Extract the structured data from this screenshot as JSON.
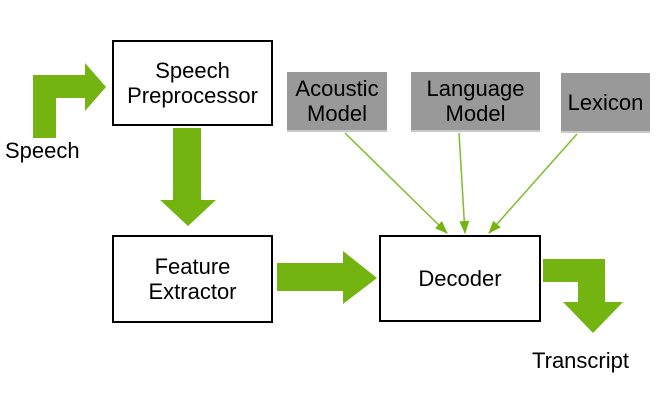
{
  "colors": {
    "background": "#ffffff",
    "arrow_green": "#73b410",
    "connector_green": "#7cbd2b",
    "node_gray": "#999999",
    "node_gray_shadow": "#c9c9c9",
    "node_white": "#ffffff",
    "node_border": "#000000",
    "text": "#000000"
  },
  "nodes": {
    "speech_preprocessor": {
      "line1": "Speech",
      "line2": "Preprocessor"
    },
    "feature_extractor": {
      "line1": "Feature",
      "line2": "Extractor"
    },
    "decoder": {
      "label": "Decoder"
    },
    "acoustic_model": {
      "line1": "Acoustic",
      "line2": "Model"
    },
    "language_model": {
      "line1": "Language",
      "line2": "Model"
    },
    "lexicon": {
      "label": "Lexicon"
    }
  },
  "labels": {
    "input": "Speech",
    "output": "Transcript"
  },
  "edges": [
    {
      "from": "Speech",
      "to": "Speech Preprocessor",
      "style": "block-arrow"
    },
    {
      "from": "Speech Preprocessor",
      "to": "Feature Extractor",
      "style": "block-arrow"
    },
    {
      "from": "Feature Extractor",
      "to": "Decoder",
      "style": "block-arrow"
    },
    {
      "from": "Decoder",
      "to": "Transcript",
      "style": "block-arrow"
    },
    {
      "from": "Acoustic Model",
      "to": "Decoder",
      "style": "thin-arrow"
    },
    {
      "from": "Language Model",
      "to": "Decoder",
      "style": "thin-arrow"
    },
    {
      "from": "Lexicon",
      "to": "Decoder",
      "style": "thin-arrow"
    }
  ]
}
